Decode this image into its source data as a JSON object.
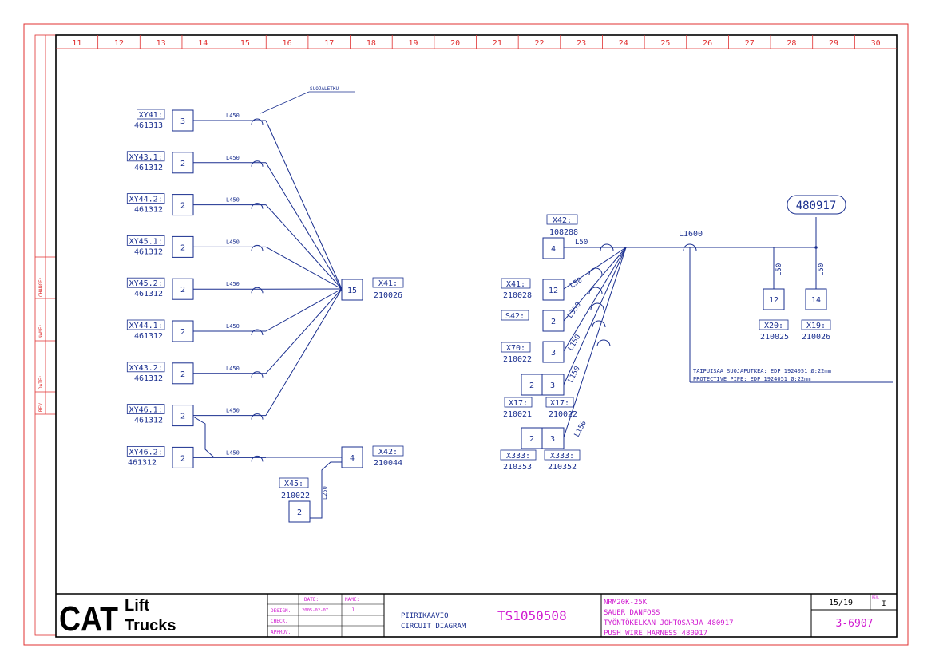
{
  "colors": {
    "line": "#1a2f8f",
    "frame_red": "#e03030",
    "title_magenta": "#d01ad0",
    "border": "#000000"
  },
  "grid_columns": [
    "11",
    "12",
    "13",
    "14",
    "15",
    "16",
    "17",
    "18",
    "19",
    "20",
    "21",
    "22",
    "23",
    "24",
    "25",
    "26",
    "27",
    "28",
    "29",
    "30"
  ],
  "margin_labels": [
    "CHANGE:",
    "NAME:",
    "DATE:",
    "REV"
  ],
  "annotation": "SUOJALETKU",
  "left_group": {
    "components": [
      {
        "label": "XY41:",
        "part": "461313",
        "pin": "3",
        "wire": "L450"
      },
      {
        "label": "XY43.1:",
        "part": "461312",
        "pin": "2",
        "wire": "L450"
      },
      {
        "label": "XY44.2:",
        "part": "461312",
        "pin": "2",
        "wire": "L450"
      },
      {
        "label": "XY45.1:",
        "part": "461312",
        "pin": "2",
        "wire": "L450"
      },
      {
        "label": "XY45.2:",
        "part": "461312",
        "pin": "2",
        "wire": "L450"
      },
      {
        "label": "XY44.1:",
        "part": "461312",
        "pin": "2",
        "wire": "L450"
      },
      {
        "label": "XY43.2:",
        "part": "461312",
        "pin": "2",
        "wire": "L450"
      },
      {
        "label": "XY46.1:",
        "part": "461312",
        "pin": "2",
        "wire": "L450"
      },
      {
        "label": "XY46.2:",
        "part": "461312",
        "pin": "2",
        "wire": "L450"
      }
    ],
    "x41": {
      "label": "X41:",
      "part": "210026",
      "pin": "15"
    },
    "x42": {
      "label": "X42:",
      "part": "210044",
      "pin": "4"
    },
    "x45": {
      "label": "X45:",
      "part": "210022",
      "pin": "2",
      "wire": "L250"
    }
  },
  "right_group": {
    "x42": {
      "label": "X42:",
      "part": "108288",
      "pin": "4",
      "wire": "L50"
    },
    "x41": {
      "label": "X41:",
      "part": "210028",
      "pin": "12",
      "wire": "L50"
    },
    "s42": {
      "label": "S42:",
      "pin": "2",
      "wire": "L350"
    },
    "x70": {
      "label": "X70:",
      "part": "210022",
      "pin": "3",
      "wire": "L150"
    },
    "x17a": {
      "label": "X17:",
      "part": "210021",
      "pin": "2"
    },
    "x17b": {
      "label": "X17:",
      "part": "210022",
      "pin": "3",
      "wire": "L150"
    },
    "x333a": {
      "label": "X333:",
      "part": "210353",
      "pin": "2"
    },
    "x333b": {
      "label": "X333:",
      "part": "210352",
      "pin": "3",
      "wire": "L150"
    },
    "trunk_wire": "L1600",
    "harness": "480917",
    "x20": {
      "label": "X20:",
      "part": "210025",
      "pin": "12",
      "wire": "L50"
    },
    "x19": {
      "label": "X19:",
      "part": "210026",
      "pin": "14",
      "wire": "L50"
    },
    "note_line1": "TAIPUISAA SUOJAPUTKEA: EDP 1924051 Ø:22mm",
    "note_line2": "PROTECTIVE PIPE: EDP 1924051 Ø:22mm"
  },
  "title_block": {
    "logo_cat": "CAT",
    "logo_lift": "Lift",
    "logo_trucks": "Trucks",
    "date_header": "DATE:",
    "name_header": "NAME:",
    "design_label": "DESIGN.",
    "design_date": "2005-02-07",
    "design_name": "JL",
    "check_label": "CHECK.",
    "approv_label": "APPROV.",
    "doc_type_fi": "PIIRIKAAVIO",
    "doc_type_en": "CIRCUIT DIAGRAM",
    "drawing_number": "TS1050508",
    "model": "NRM20K-25K",
    "desc_1": "SAUER DANFOSS",
    "desc_2": "TYÖNTÖKELKAN JOHTOSARJA 480917",
    "desc_3": "PUSH WIRE HARNESS 480917",
    "sheet": "15/19",
    "rev_label": "REV.",
    "revision": "I",
    "doc_id": "3-6907"
  }
}
